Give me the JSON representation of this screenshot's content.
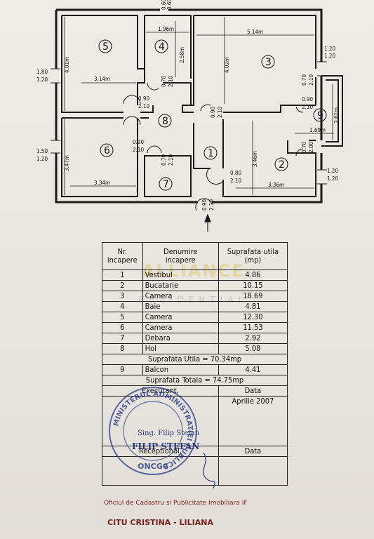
{
  "plan": {
    "rooms": [
      "1",
      "2",
      "3",
      "4",
      "5",
      "6",
      "7",
      "8",
      "9"
    ],
    "dims": {
      "w_196": "1.96m",
      "w_514": "5.14m",
      "w_314": "3.14m",
      "w_334": "3.34m",
      "w_336": "3.36m",
      "w_169": "1.69m",
      "h_401": "4.01m",
      "h_258": "2.58m",
      "h_402": "4.02m",
      "h_347": "3.47m",
      "h_346": "3.46m",
      "h_261": "2.61m",
      "top_a": "0.60",
      "top_b": "0.60",
      "left1_a": "1.80",
      "left1_b": "1.20",
      "left2_a": "1.50",
      "left2_b": "1.20",
      "right1_a": "1.20",
      "right1_b": "1.20",
      "right2_a": "1.20",
      "right2_b": "1.20",
      "d_090_210_a": "0.90",
      "d_090_210_b": "2.10",
      "d_070_210_a": "0.70",
      "d_070_210_b": "2.10",
      "d_080_210_a": "0.80",
      "d_080_210_b": "2.10",
      "d_070_200_a": "0.70",
      "d_070_200_b": "2.00"
    }
  },
  "table": {
    "headers": {
      "nr": [
        "Nr.",
        "incapere"
      ],
      "name": [
        "Denumire",
        "incapere"
      ],
      "area": [
        "Suprafata utila",
        "(mp)"
      ]
    },
    "rows": [
      {
        "nr": "1",
        "name": "Vestibul",
        "area": "4.86"
      },
      {
        "nr": "2",
        "name": "Bucatarie",
        "area": "10.15"
      },
      {
        "nr": "3",
        "name": "Camera",
        "area": "18.69"
      },
      {
        "nr": "4",
        "name": "Baie",
        "area": "4.81"
      },
      {
        "nr": "5",
        "name": "Camera",
        "area": "12.30"
      },
      {
        "nr": "6",
        "name": "Camera",
        "area": "11.53"
      },
      {
        "nr": "7",
        "name": "Debara",
        "area": "2.92"
      },
      {
        "nr": "8",
        "name": "Hol",
        "area": "5.08"
      }
    ],
    "useful_total": "Suprafata Utila = 70.34mp",
    "balcony": {
      "nr": "9",
      "name": "Balcon",
      "area": "4.41"
    },
    "grand_total": "Suprafata Totala = 74.75mp",
    "executant_label": "Executant,",
    "date_label": "Data",
    "executant_sig": "Sing. Filip Stefan",
    "executant_name": "FILIP STEFAN",
    "date_value": "Aprilie 2007",
    "receptional_label": "Receptional,",
    "date_label2": "Data"
  },
  "watermark": {
    "brand": "ALLIANCE",
    "sub": "REZIDENTIAL"
  },
  "stamp": {
    "ring": "MINISTERUL ADMINISTRATIEI PUBLICE",
    "bottom": "ONCGC"
  },
  "footer": {
    "office": "Oficiul de Cadastru si Publicitate Imobiliara IF",
    "person": "CITU CRISTINA - LILIANA"
  },
  "colors": {
    "ink": "#111111",
    "stamp": "#2a3a8a",
    "footer": "#7a1f1f"
  }
}
